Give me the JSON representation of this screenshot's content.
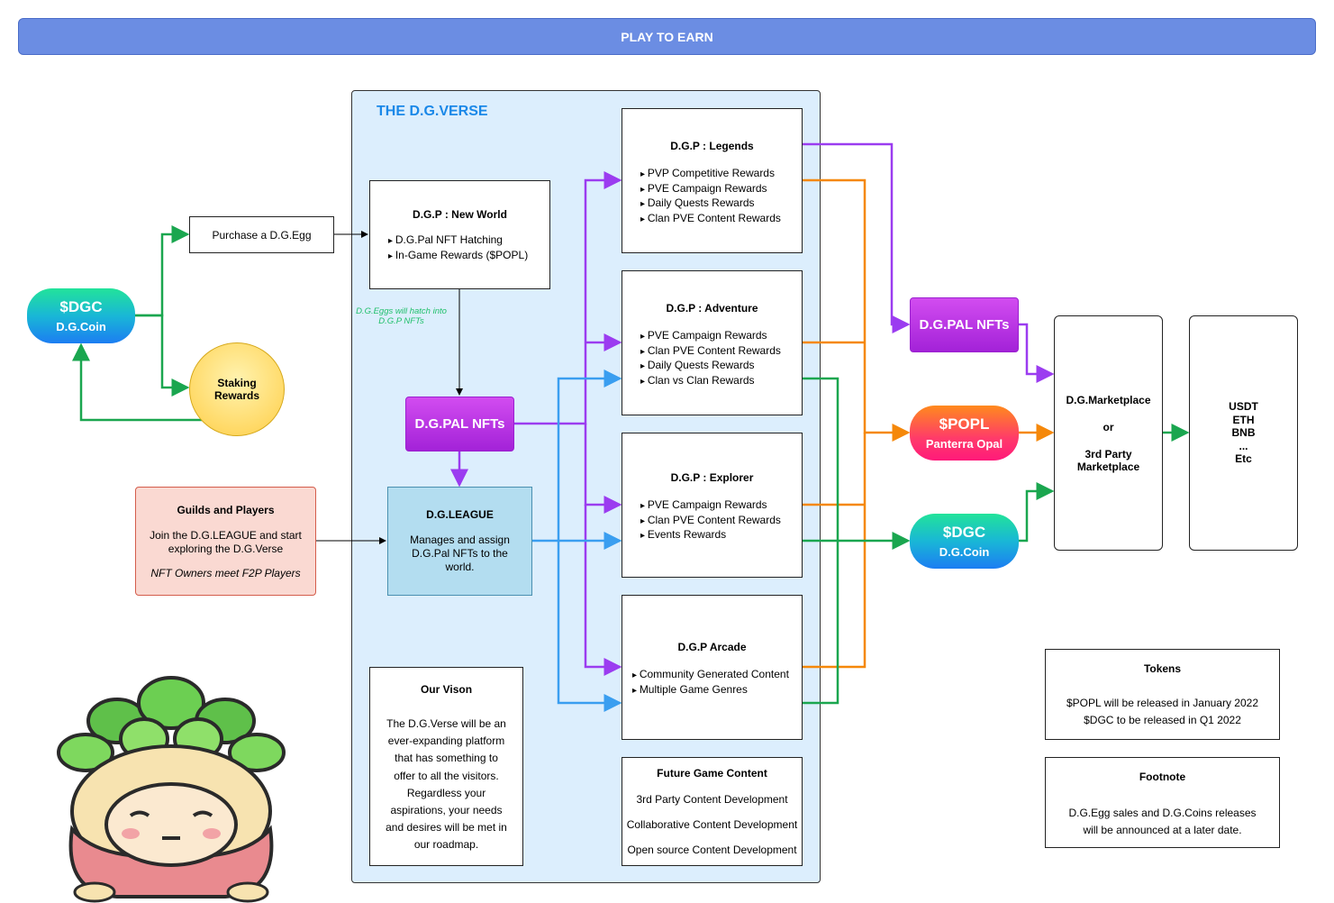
{
  "header": {
    "title": "PLAY TO EARN"
  },
  "verse": {
    "title": "THE D.G.VERSE"
  },
  "dgc_left": {
    "title": "$DGC",
    "subtitle": "D.G.Coin"
  },
  "purchase": {
    "label": "Purchase a D.G.Egg"
  },
  "staking": {
    "label": "Staking Rewards"
  },
  "new_world": {
    "title": "D.G.P : New World",
    "items": [
      "D.G.Pal NFT Hatching",
      "In-Game Rewards ($POPL)"
    ]
  },
  "hatch_note": "D.G.Eggs will hatch into D.G.P NFTs",
  "pal_nfts_center": {
    "label": "D.G.PAL NFTs"
  },
  "league": {
    "title": "D.G.LEAGUE",
    "text": "Manages and assign D.G.Pal NFTs to the world."
  },
  "guilds": {
    "title": "Guilds and Players",
    "text": "Join the D.G.LEAGUE and start exploring the D.G.Verse",
    "note": "NFT Owners meet F2P Players"
  },
  "legends": {
    "title": "D.G.P : Legends",
    "items": [
      "PVP Competitive Rewards",
      "PVE Campaign Rewards",
      "Daily Quests Rewards",
      "Clan PVE Content Rewards"
    ]
  },
  "adventure": {
    "title": "D.G.P : Adventure",
    "items": [
      "PVE Campaign Rewards",
      "Clan PVE Content Rewards",
      "Daily Quests Rewards",
      "Clan vs Clan Rewards"
    ]
  },
  "explorer": {
    "title": "D.G.P : Explorer",
    "items": [
      "PVE Campaign Rewards",
      "Clan PVE Content Rewards",
      "Events Rewards"
    ]
  },
  "arcade": {
    "title": "D.G.P Arcade",
    "items": [
      "Community Generated Content",
      "Multiple Game Genres"
    ]
  },
  "future": {
    "title": "Future Game Content",
    "items": [
      "3rd Party Content Development",
      "Collaborative Content Development",
      "Open source Content Development"
    ]
  },
  "vision": {
    "title": "Our Vison",
    "text": "The D.G.Verse will be an ever-expanding platform that has something to offer to all the visitors. Regardless your aspirations, your needs and desires will be met in our roadmap."
  },
  "pal_nfts_right": {
    "label": "D.G.PAL NFTs"
  },
  "popl": {
    "title": "$POPL",
    "subtitle": "Panterra Opal"
  },
  "dgc_right": {
    "title": "$DGC",
    "subtitle": "D.G.Coin"
  },
  "marketplace": {
    "line1": "D.G.Marketplace",
    "line2": "or",
    "line3": "3rd Party Marketplace"
  },
  "currencies": [
    "USDT",
    "ETH",
    "BNB",
    "...",
    "Etc"
  ],
  "tokens": {
    "title": "Tokens",
    "lines": [
      "$POPL will be released in January 2022",
      "$DGC to be released in Q1 2022"
    ]
  },
  "footnote": {
    "title": "Footnote",
    "text": "D.G.Egg sales and D.G.Coins releases will be announced at a later date."
  },
  "colors": {
    "purple": "#9b3cf0",
    "orange": "#f5880a",
    "green": "#1aa64f",
    "blue": "#3a9ef0",
    "title_bar": "#6b8de3"
  }
}
